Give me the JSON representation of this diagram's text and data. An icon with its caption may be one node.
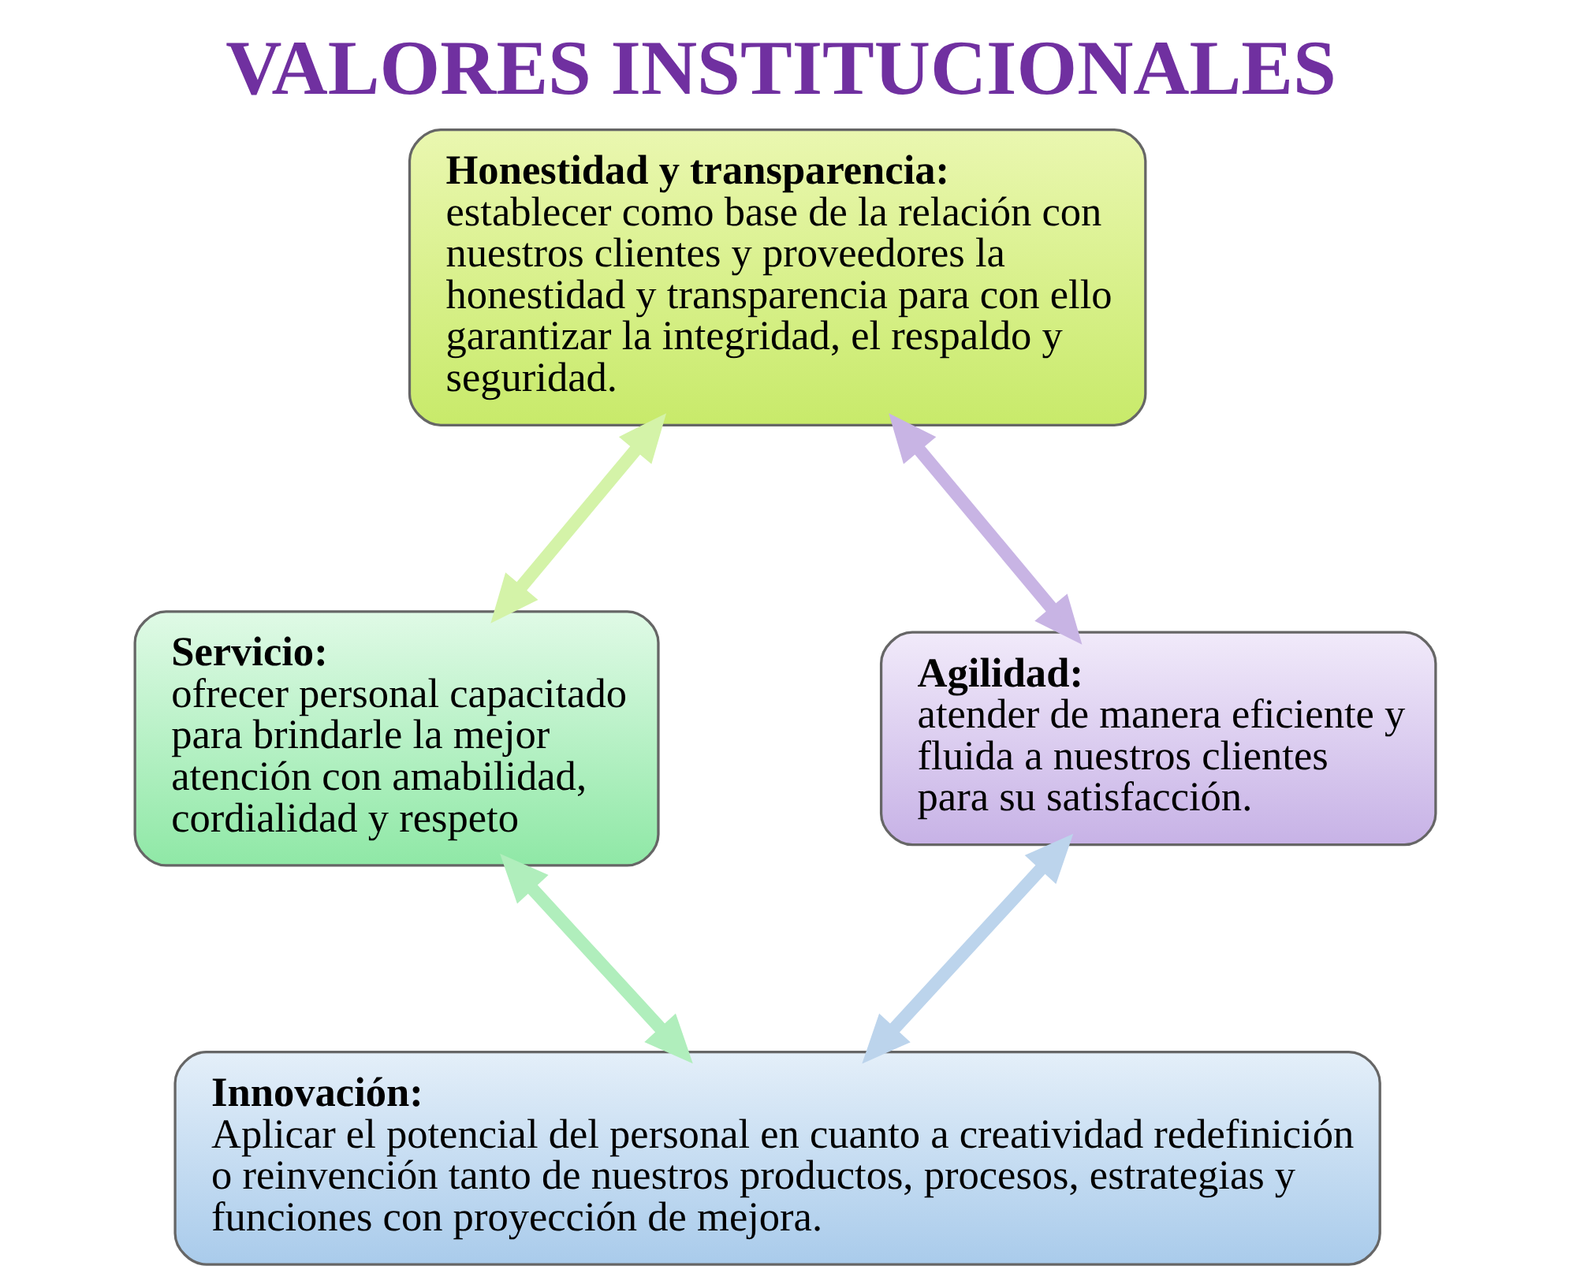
{
  "diagram": {
    "title": "VALORES INSTITUCIONALES",
    "nodes": [
      {
        "text": [
          "Honestidad y transparencia:",
          "establecer como base de la relación con nuestros clientes y proveedores la honestidad y transparencia para con ello garantizar la integridad, el respaldo y seguridad."
        ]
      },
      {
        "text": [
          "Servicio:",
          "ofrecer personal capacitado para brindarle la mejor atención con amabilidad, cordialidad y respeto"
        ]
      },
      {
        "text": [
          "Innovación:",
          "Aplicar el potencial del personal en cuanto a creatividad redefinición o reinvención tanto de nuestros productos, procesos, estrategias y funciones con proyección de mejora."
        ]
      },
      {
        "text": [
          "Agilidad:",
          "atender de manera eficiente y fluida a nuestros clientes para su satisfacción."
        ]
      }
    ],
    "edges": [
      {
        "from": 3,
        "to": 0,
        "arrow": "both",
        "color": "#c8b4e4"
      },
      {
        "from": 0,
        "to": 1,
        "arrow": "both",
        "color": "#d4f3a8"
      },
      {
        "from": 1,
        "to": 2,
        "arrow": "both",
        "color": "#b0eebc"
      },
      {
        "from": 2,
        "to": 3,
        "arrow": "both",
        "color": "#bcd4ec"
      }
    ]
  }
}
